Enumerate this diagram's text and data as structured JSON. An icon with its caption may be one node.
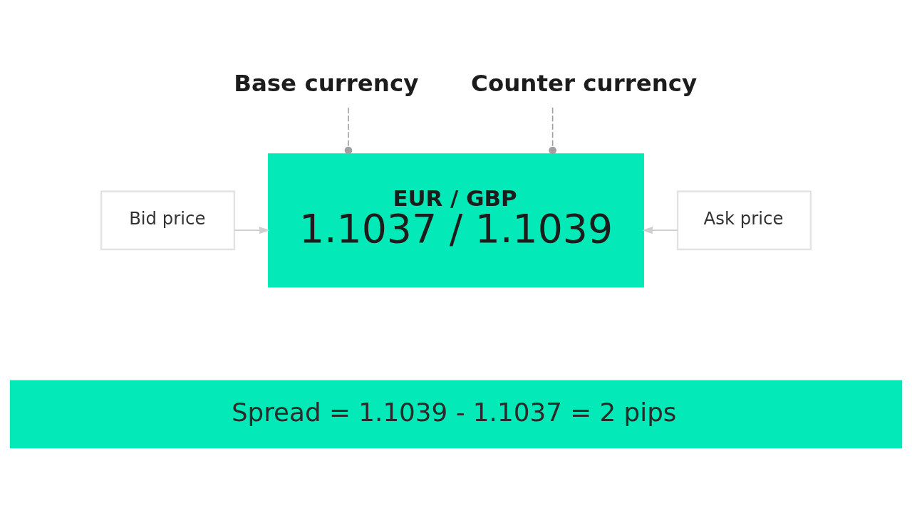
{
  "diagram": {
    "nodes": [
      {
        "text": [
          "Base currency"
        ]
      },
      {
        "text": [
          "Counter currency"
        ]
      },
      {
        "text": [
          "Bid price"
        ]
      },
      {
        "text": [
          "EUR / GBP",
          "1.1037 / 1.1039"
        ]
      },
      {
        "text": [
          "Ask price"
        ]
      },
      {
        "text": [
          "Spread = 1.1039 - 1.1037 = 2 pips"
        ]
      }
    ],
    "edges": [
      {
        "from": 0,
        "to": 3,
        "arrow": "other",
        "style": "dashed",
        "color": "#a0a0a0"
      },
      {
        "from": 1,
        "to": 3,
        "arrow": "other",
        "style": "dashed",
        "color": "#a0a0a0"
      },
      {
        "from": 2,
        "to": 3,
        "arrow": "to"
      },
      {
        "from": 4,
        "to": 3,
        "arrow": "to"
      }
    ]
  }
}
